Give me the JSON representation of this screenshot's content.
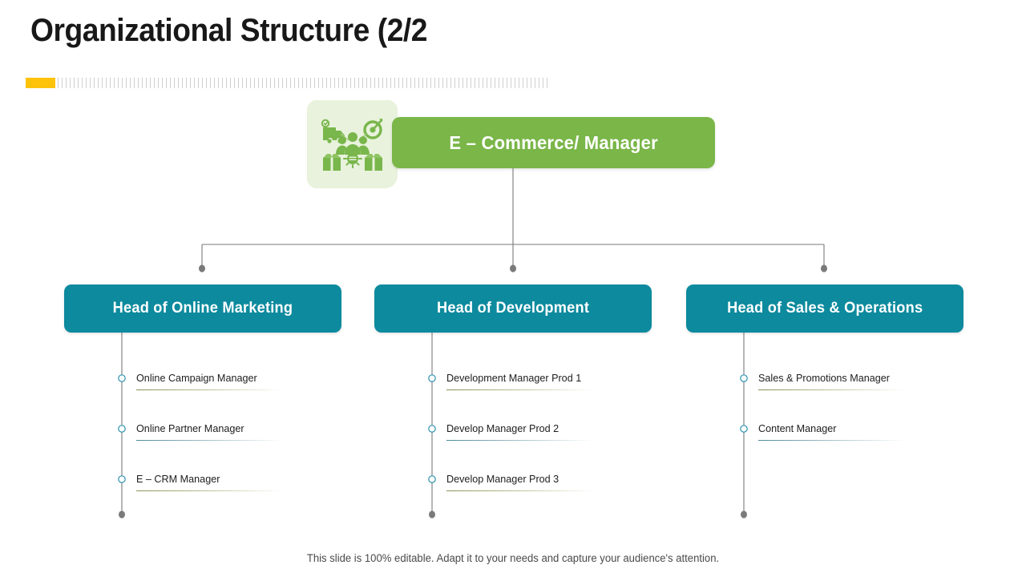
{
  "slide": {
    "title": "Organizational Structure (2/2",
    "footer_note": "This slide is 100% editable. Adapt it to your needs and capture your audience's attention.",
    "accent_color": "#fdc20a",
    "root_color": "#7ab648",
    "dept_color": "#0d8a9e",
    "icon_panel_color": "#e8f2dc"
  },
  "root": {
    "label": "E – Commerce/ Manager",
    "icon": "ecommerce-team-icon"
  },
  "departments": [
    {
      "label": "Head of Online Marketing",
      "items": [
        {
          "label": "Online  Campaign Manager",
          "underline": "olive"
        },
        {
          "label": "Online  Partner Manager",
          "underline": "teal"
        },
        {
          "label": "E – CRM Manager",
          "underline": "olive"
        }
      ]
    },
    {
      "label": "Head of Development",
      "items": [
        {
          "label": "Development Manager Prod 1",
          "underline": "olive"
        },
        {
          "label": "Develop Manager Prod 2",
          "underline": "teal"
        },
        {
          "label": "Develop Manager Prod 3",
          "underline": "olive"
        }
      ]
    },
    {
      "label": "Head of Sales & Operations",
      "items": [
        {
          "label": "Sales & Promotions Manager",
          "underline": "olive"
        },
        {
          "label": "Content Manager",
          "underline": "teal"
        }
      ]
    }
  ]
}
